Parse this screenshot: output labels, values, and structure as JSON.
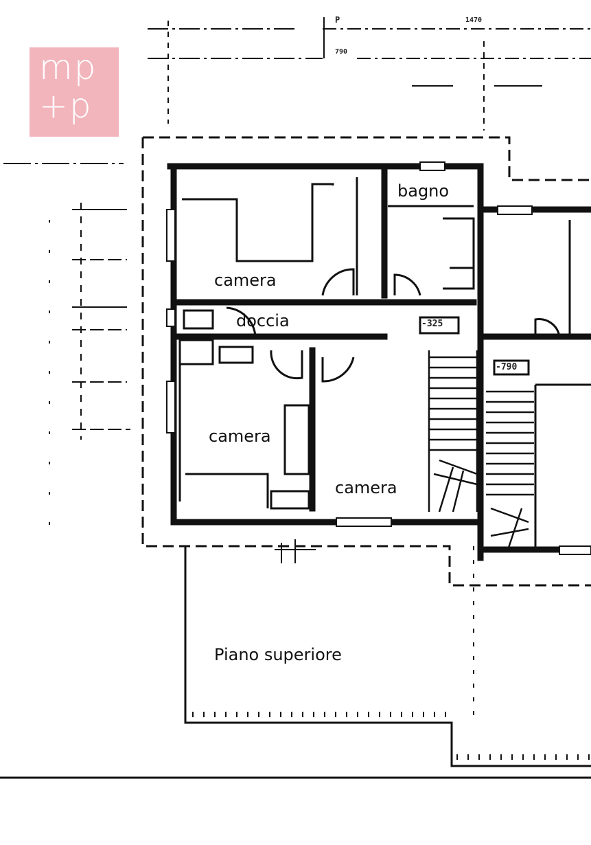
{
  "logo": {
    "line1": "mp",
    "line2": "+p",
    "color": "#f2b5bc"
  },
  "rooms": {
    "bagno": "bagno",
    "camera_top": "camera",
    "doccia": "doccia",
    "camera_left": "camera",
    "camera_right": "camera"
  },
  "floor_label": "Piano superiore",
  "level_marks": {
    "hall": "-325",
    "stair": "-790"
  },
  "dimensions": {
    "top_a": "P",
    "top_b": "1470",
    "top_c": "790"
  },
  "colors": {
    "wall": "#111111",
    "background": "#ffffff"
  }
}
